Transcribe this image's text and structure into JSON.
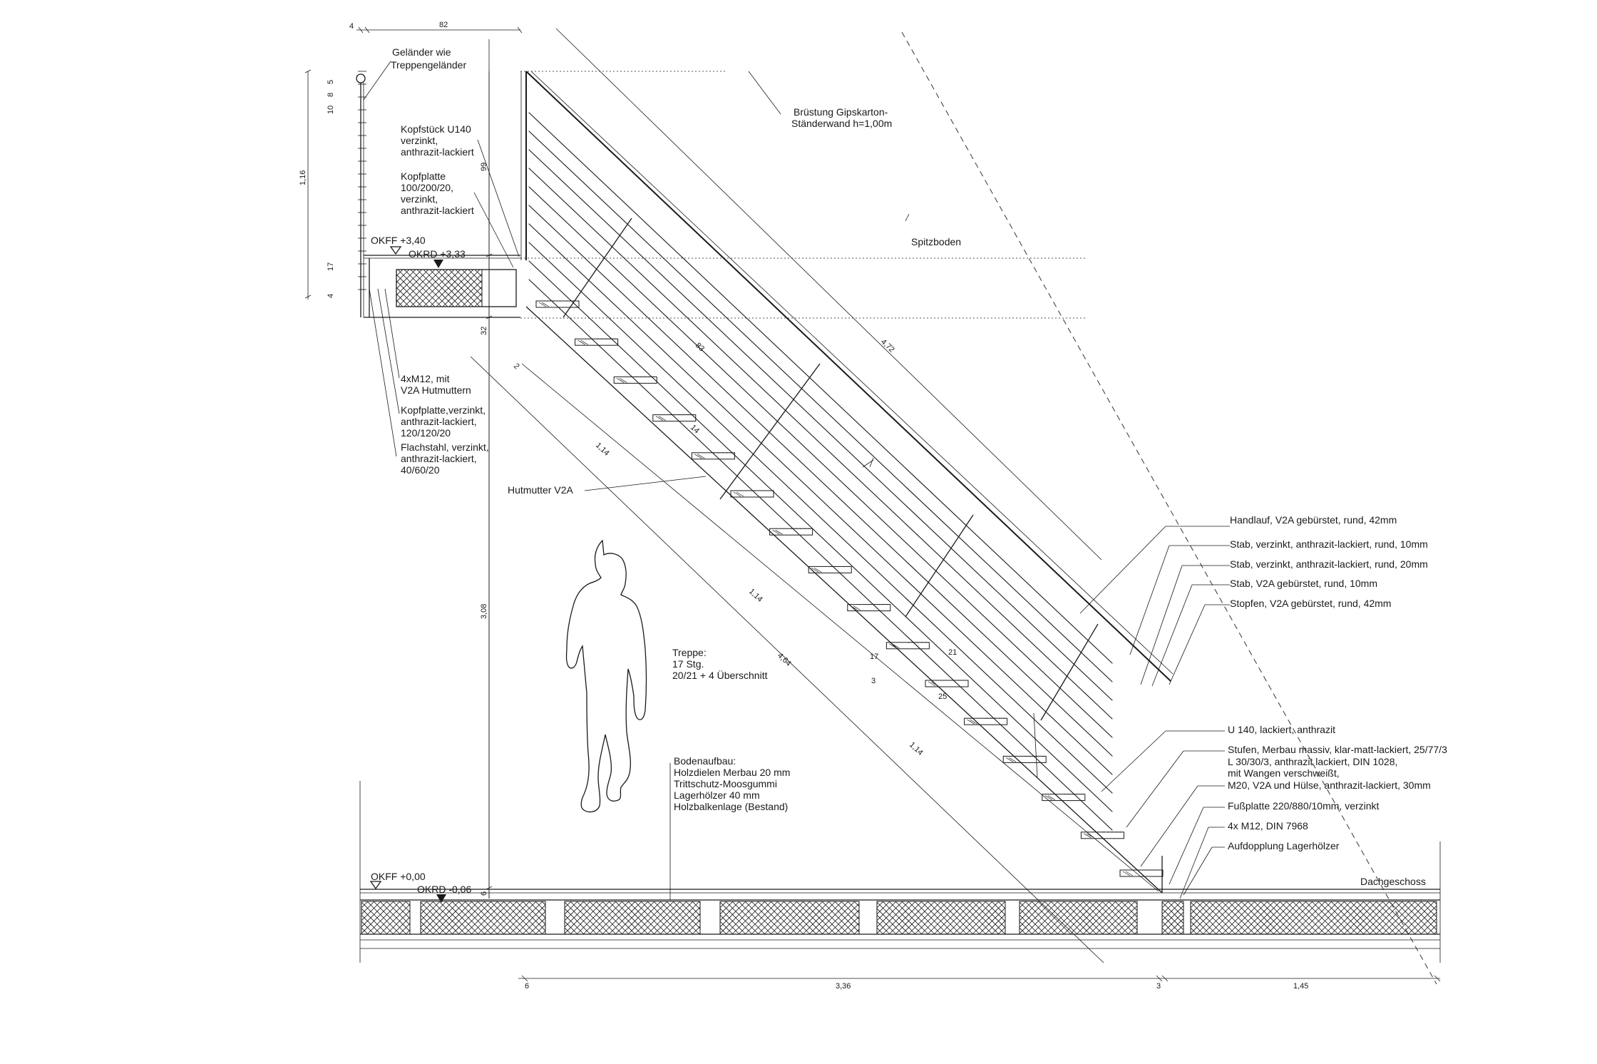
{
  "labels": {
    "gelaender_1": "Geländer wie",
    "gelaender_2": "Treppengeländer",
    "kopfstueck_1": "Kopfstück U140",
    "kopfstueck_2": "verzinkt,",
    "kopfstueck_3": "anthrazit-lackiert",
    "kopfplatte_1": "Kopfplatte",
    "kopfplatte_2": "100/200/20,",
    "kopfplatte_3": "verzinkt,",
    "kopfplatte_4": "anthrazit-lackiert",
    "bruestung_1": "Brüstung Gipskarton-",
    "bruestung_2": "Ständerwand h=1,00m",
    "spitzboden": "Spitzboden",
    "okff_top": "OKFF +3,40",
    "okrd_top": "OKRD +3,33",
    "m12_1": "4xM12, mit",
    "m12_2": "V2A Hutmuttern",
    "kopfplatte2_1": "Kopfplatte,verzinkt,",
    "kopfplatte2_2": "anthrazit-lackiert,",
    "kopfplatte2_3": "120/120/20",
    "flachstahl_1": "Flachstahl, verzinkt,",
    "flachstahl_2": "anthrazit-lackiert,",
    "flachstahl_3": "40/60/20",
    "hutmutter": "Hutmutter V2A",
    "handlauf": "Handlauf, V2A gebürstet, rund, 42mm",
    "stab1": "Stab, verzinkt, anthrazit-lackiert, rund, 10mm",
    "stab2": "Stab, verzinkt, anthrazit-lackiert, rund, 20mm",
    "stab3": "Stab, V2A gebürstet, rund, 10mm",
    "stopfen": "Stopfen, V2A gebürstet, rund, 42mm",
    "treppe_1": "Treppe:",
    "treppe_2": "17 Stg.",
    "treppe_3": "20/21 + 4 Überschnitt",
    "u140": "U 140, lackiert, anthrazit",
    "stufen": "Stufen, Merbau massiv, klar-matt-lackiert, 25/77/3",
    "l30_1": "L 30/30/3, anthrazit lackiert, DIN 1028,",
    "l30_2": "mit Wangen verschweißt,",
    "m20": "M20, V2A und Hülse, anthrazit-lackiert, 30mm",
    "fussplatte": "Fußplatte 220/880/10mm, verzinkt",
    "m12_din": "4x M12, DIN 7968",
    "aufdopplung": "Aufdopplung Lagerhölzer",
    "boden_1": "Bodenaufbau:",
    "boden_2": "Holzdielen Merbau 20 mm",
    "boden_3": "Trittschutz-Moosgummi",
    "boden_4": "Lagerhölzer 40 mm",
    "boden_5": "Holzbalkenlage (Bestand)",
    "dachgeschoss": "Dachgeschoss",
    "okff_bottom": "OKFF +0,00",
    "okrd_bottom": "OKRD -0,06"
  },
  "dims": {
    "d4_top": "4",
    "d82": "82",
    "d116": "1,16",
    "d99": "99",
    "d32": "32",
    "d308": "3,08",
    "d6": "6",
    "d17r": "17",
    "d4r": "4",
    "d5": "5",
    "d8": "8",
    "d10": "10",
    "d472": "4,72",
    "d114a": "1,14",
    "d114b": "1,14",
    "d114c": "1,14",
    "d464": "4,64",
    "d2": "2",
    "d83": "83",
    "d14": "14",
    "d17s": "17",
    "d3": "3",
    "d21": "21",
    "d25": "25",
    "d336": "3,36",
    "d145": "1,45",
    "d3b": "3",
    "d6b": "6"
  }
}
